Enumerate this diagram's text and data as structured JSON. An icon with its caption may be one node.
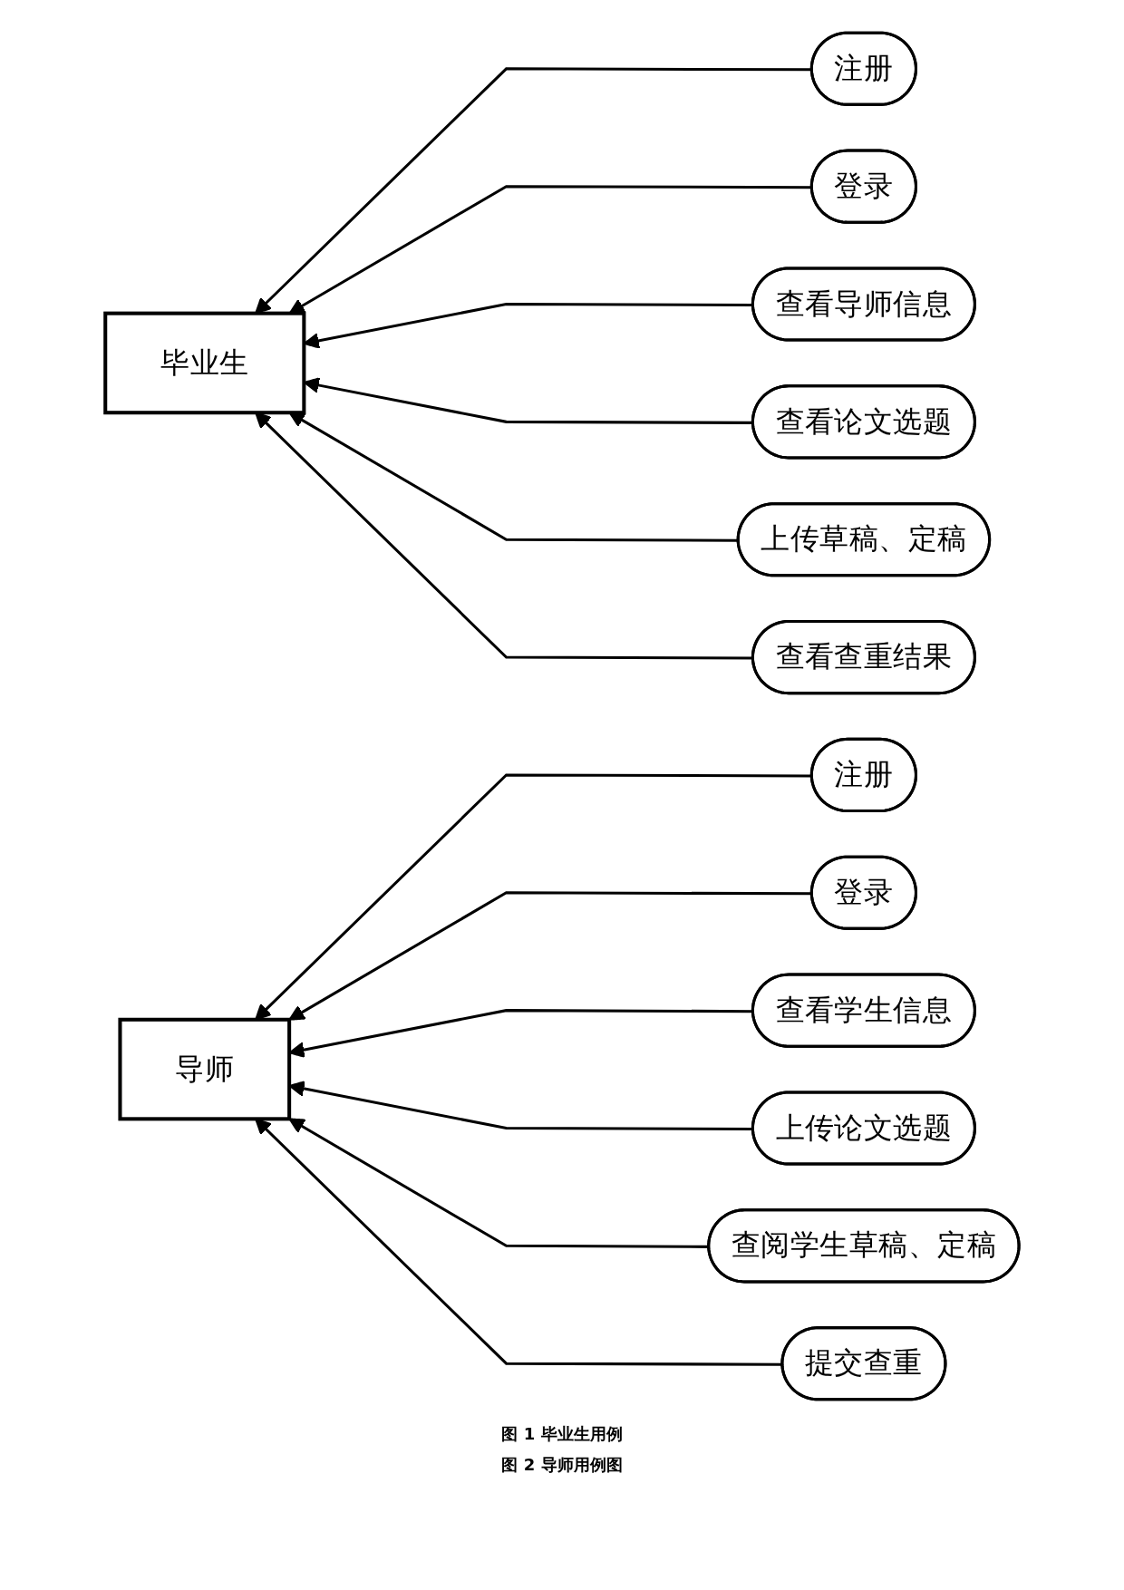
{
  "diagram": {
    "nodes": [
      {
        "text": [
          "毕业生"
        ]
      },
      {
        "text": [
          "注册"
        ]
      },
      {
        "text": [
          "登录"
        ]
      },
      {
        "text": [
          "查看导师信息"
        ]
      },
      {
        "text": [
          "查看论文选题"
        ]
      },
      {
        "text": [
          "上传草稿、定稿"
        ]
      },
      {
        "text": [
          "查看查重结果"
        ]
      },
      {
        "text": [
          "导师"
        ]
      },
      {
        "text": [
          "注册"
        ]
      },
      {
        "text": [
          "登录"
        ]
      },
      {
        "text": [
          "查看学生信息"
        ]
      },
      {
        "text": [
          "上传论文选题"
        ]
      },
      {
        "text": [
          "查阅学生草稿、定稿"
        ]
      },
      {
        "text": [
          "提交查重"
        ]
      }
    ],
    "edges": [
      {
        "from": 1,
        "to": 0,
        "arrow": "to"
      },
      {
        "from": 2,
        "to": 0,
        "arrow": "to"
      },
      {
        "from": 3,
        "to": 0,
        "arrow": "to"
      },
      {
        "from": 4,
        "to": 0,
        "arrow": "to"
      },
      {
        "from": 5,
        "to": 0,
        "arrow": "to"
      },
      {
        "from": 6,
        "to": 0,
        "arrow": "to"
      },
      {
        "from": 8,
        "to": 7,
        "arrow": "to"
      },
      {
        "from": 9,
        "to": 7,
        "arrow": "to"
      },
      {
        "from": 10,
        "to": 7,
        "arrow": "to"
      },
      {
        "from": 11,
        "to": 7,
        "arrow": "to"
      },
      {
        "from": 12,
        "to": 7,
        "arrow": "to"
      },
      {
        "from": 13,
        "to": 7,
        "arrow": "to"
      }
    ],
    "labels": [
      "图 1 毕业生用例",
      "图 2 导师用例图"
    ]
  }
}
